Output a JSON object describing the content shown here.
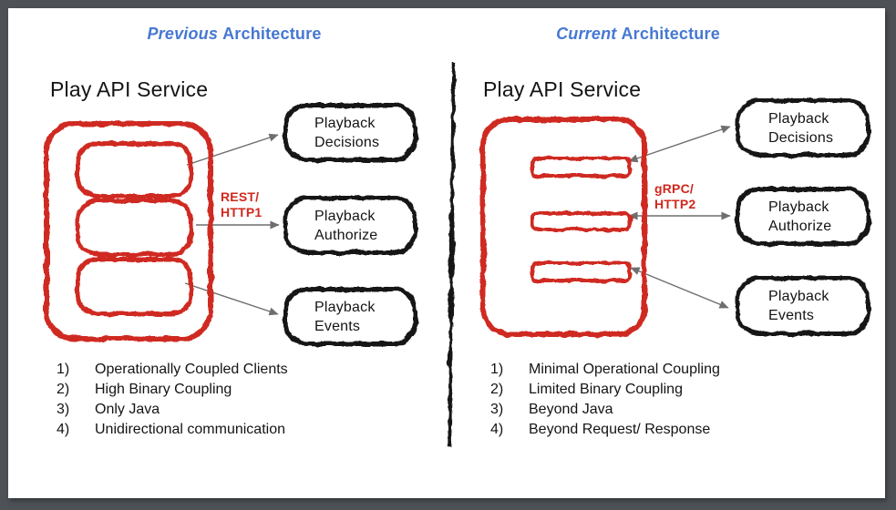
{
  "colors": {
    "frame_gray": "#4e5257",
    "sketch_red": "#cf2b20",
    "sketch_black": "#181818",
    "accent_blue": "#4678d2",
    "arrow_gray": "#6e6e6e"
  },
  "header": {
    "previous": {
      "italic": "Previous",
      "rest": "Architecture"
    },
    "current": {
      "italic": "Current",
      "rest": "Architecture"
    }
  },
  "previous": {
    "heading": "Play API Service",
    "protocol": {
      "line1": "REST/",
      "line2": "HTTP1"
    },
    "services": [
      {
        "line1": "Playback",
        "line2": "Decisions"
      },
      {
        "line1": "Playback",
        "line2": "Authorize"
      },
      {
        "line1": "Playback",
        "line2": "Events"
      }
    ],
    "notes": [
      {
        "num": "1)",
        "text": "Operationally Coupled Clients"
      },
      {
        "num": "2)",
        "text": "High Binary Coupling"
      },
      {
        "num": "3)",
        "text": "Only Java"
      },
      {
        "num": "4)",
        "text": "Unidirectional communication"
      }
    ]
  },
  "current": {
    "heading": "Play API Service",
    "protocol": {
      "line1": "gRPC/",
      "line2": "HTTP2"
    },
    "services": [
      {
        "line1": "Playback",
        "line2": "Decisions"
      },
      {
        "line1": "Playback",
        "line2": "Authorize"
      },
      {
        "line1": "Playback",
        "line2": "Events"
      }
    ],
    "notes": [
      {
        "num": "1)",
        "text": "Minimal Operational Coupling"
      },
      {
        "num": "2)",
        "text": "Limited Binary Coupling"
      },
      {
        "num": "3)",
        "text": "Beyond Java"
      },
      {
        "num": "4)",
        "text": "Beyond Request/ Response"
      }
    ]
  }
}
